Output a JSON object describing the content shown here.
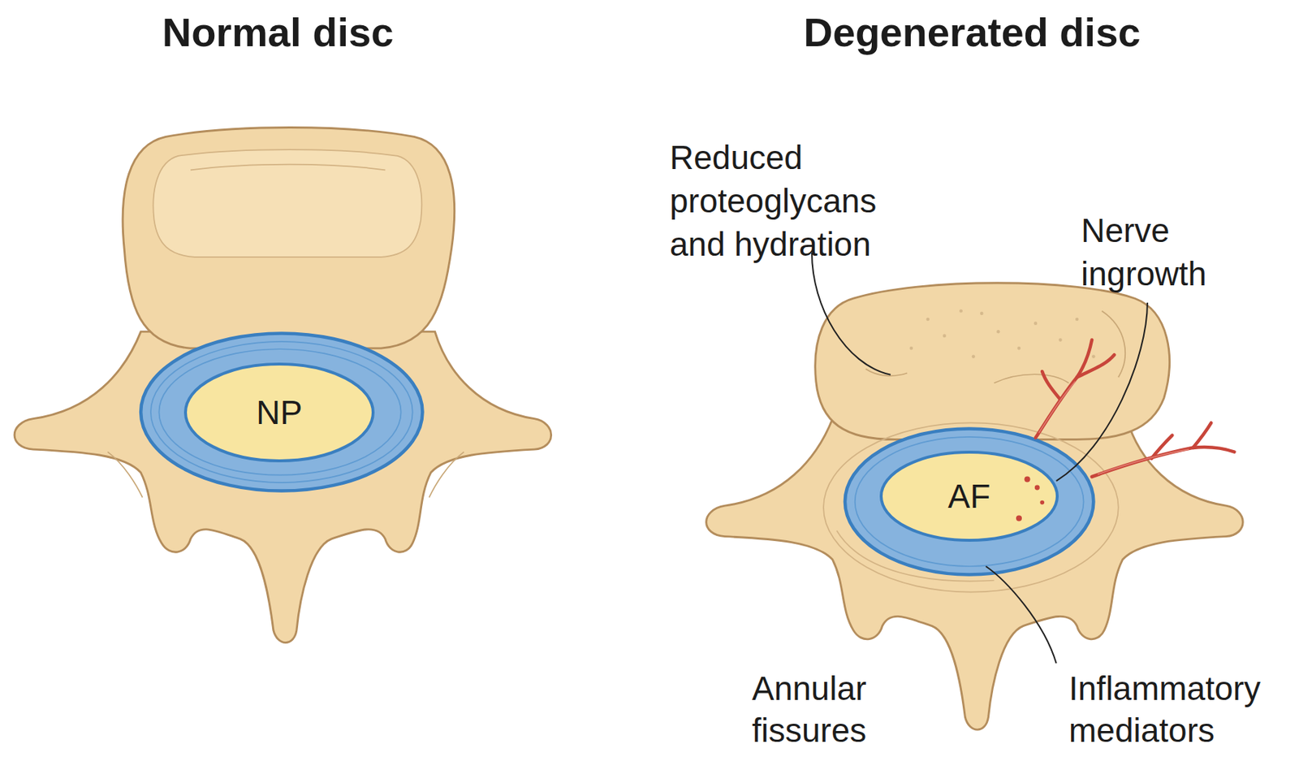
{
  "diagram": {
    "nodes": [
      {
        "text": [
          "NP"
        ]
      },
      {
        "text": [
          "AF"
        ]
      }
    ],
    "labels": [
      "Normal disc",
      "Degenerated disc",
      "Reduced proteoglycans and hydration",
      "Nerve ingrowth",
      "Annular fissures",
      "Inflammatory mediators"
    ]
  }
}
